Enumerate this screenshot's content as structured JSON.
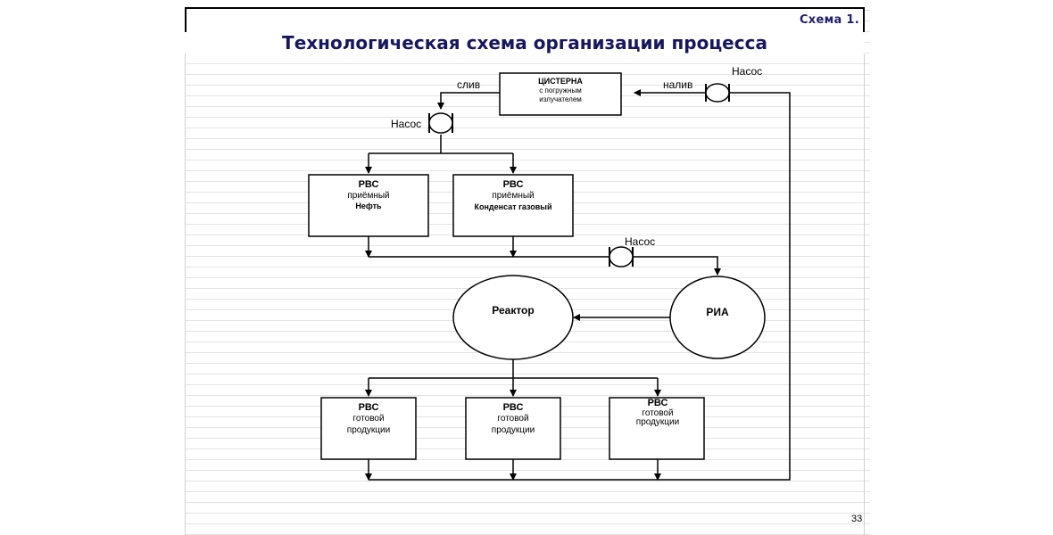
{
  "header": {
    "scheme_label": "Схема 1."
  },
  "title": "Технологическая схема организации процесса",
  "page_number": "33",
  "flow_labels": {
    "drain": "слив",
    "fill": "налив"
  },
  "pumps": {
    "top_right": "Насос",
    "left": "Насос",
    "middle": "Насос"
  },
  "tank_car": {
    "line1": "ЦИСТЕРНА",
    "line2": "с погружным",
    "line3": "излучателем"
  },
  "intake_tank_oil": {
    "line1": "РВС",
    "line2": "приёмный",
    "line3": "Нефть"
  },
  "intake_tank_condensate": {
    "line1": "РВС",
    "line2": "приёмный",
    "line3": "Конденсат газовый"
  },
  "reactor": {
    "label": "Реактор"
  },
  "ria": {
    "label": "РИА"
  },
  "product_tanks": [
    {
      "line1": "РВС",
      "line2": "готовой",
      "line3": "продукции"
    },
    {
      "line1": "РВС",
      "line2": "готовой",
      "line3": "продукции"
    },
    {
      "line1": "РВС",
      "line2": "готовой",
      "line3": "продукции"
    }
  ]
}
